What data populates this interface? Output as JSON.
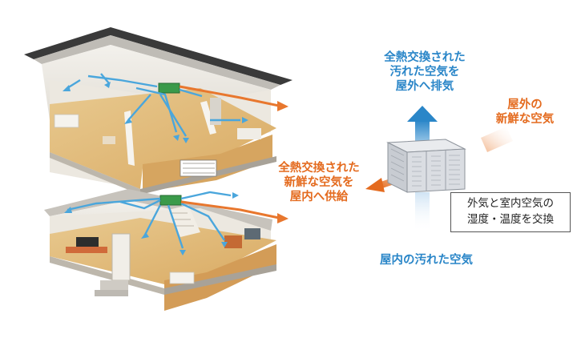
{
  "labels": {
    "exhaust": [
      "全熱交換された",
      "汚れた空気を",
      "屋外へ排気"
    ],
    "fresh_outdoor": [
      "屋外の",
      "新鮮な空気"
    ],
    "supply": [
      "全熱交換された",
      "新鮮な空気を",
      "屋内へ供給"
    ],
    "indoor_dirty": "屋内の汚れた空気",
    "callout": [
      "外気と室内空気の",
      "湿度・温度を交換"
    ]
  },
  "colors": {
    "blue_label": "#2a86c8",
    "orange_label": "#e46b1f",
    "airflow_blue": "#4aa6dc",
    "airflow_orange": "#e8772e"
  }
}
